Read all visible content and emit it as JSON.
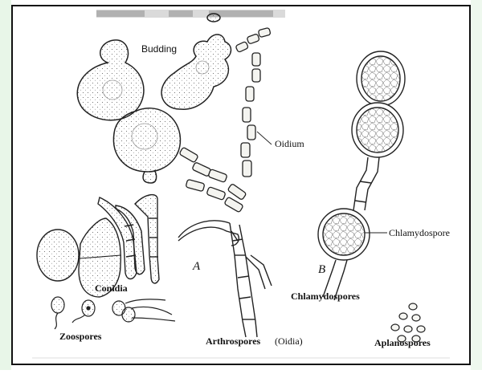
{
  "colors": {
    "ink": "#111111",
    "cell_fill": "#f4f4f0",
    "background_tint": "#e6f7e6",
    "frame": "#111111"
  },
  "labels": {
    "title_partial": "",
    "budding": "Budding",
    "oidium": "Oidium",
    "chlamydospore": "Chlamydospore",
    "panel_a": "A",
    "panel_b": "B",
    "conidia": "Conidia",
    "zoospores": "Zoospores",
    "arthrospores": "Arthrospores",
    "oidia": "(Oidia)",
    "chlamydospores": "Chlamydospores",
    "aplanospores": "Aplanospores"
  }
}
